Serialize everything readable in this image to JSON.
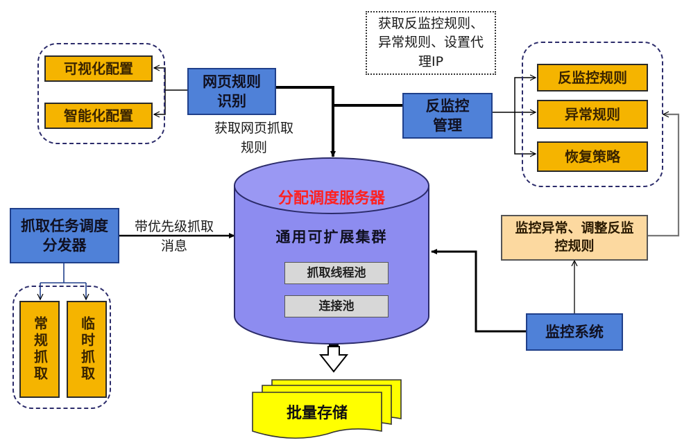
{
  "nodes": {
    "web_rule": "网页规则识别",
    "visual_config": "可视化配置",
    "smart_config": "智能化配置",
    "anti_monitor": "反监控管理",
    "anti_rule": "反监控规则",
    "abnormal_rule": "异常规则",
    "recovery": "恢复策略",
    "task_dispatcher": "抓取任务调度分发器",
    "regular_crawl": "常规抓取",
    "temp_crawl": "临时抓取",
    "monitor_adjust": "监控异常、调整反监控规则",
    "monitor_system": "监控系统",
    "batch_storage": "批量存储"
  },
  "notes": {
    "get_rules": "获取反监控规则、异常规则、设置代理IP",
    "get_web_rules": "获取网页抓取规则",
    "priority_msg": "带优先级抓取消息"
  },
  "server": {
    "title": "分配调度服务器",
    "subtitle": "通用可扩展集群",
    "thread_pool": "抓取线程池",
    "conn_pool": "连接池"
  },
  "colors": {
    "blue_box": "#4f81d8",
    "orange_box": "#f5b400",
    "light_orange_box": "#fcd9a0",
    "cylinder": "#8d8cf0",
    "server_title": "#ff2020",
    "storage": "#ffff00"
  }
}
